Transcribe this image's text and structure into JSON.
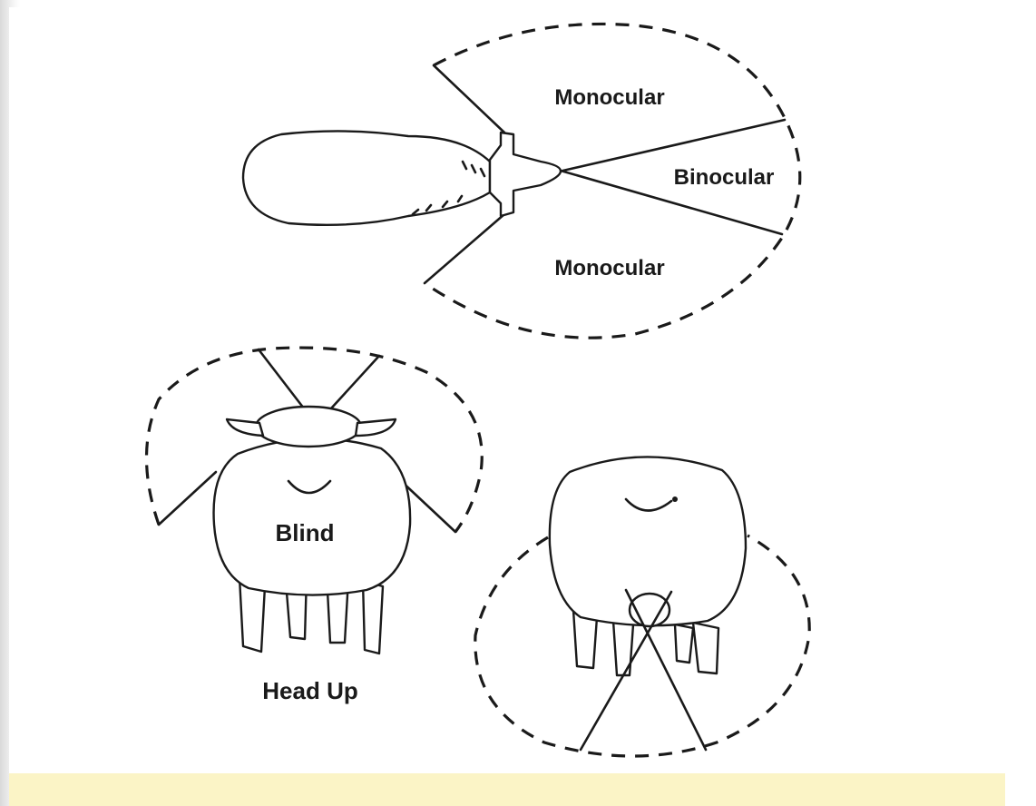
{
  "labels": {
    "top_monocular": "Monocular",
    "binocular": "Binocular",
    "bottom_monocular": "Monocular",
    "blind": "Blind",
    "head_up": "Head Up"
  },
  "colors": {
    "ink": "#1a1a1a",
    "background": "#ffffff",
    "caption_bar": "#fbf4c6",
    "edge": "#d9d9d9"
  }
}
